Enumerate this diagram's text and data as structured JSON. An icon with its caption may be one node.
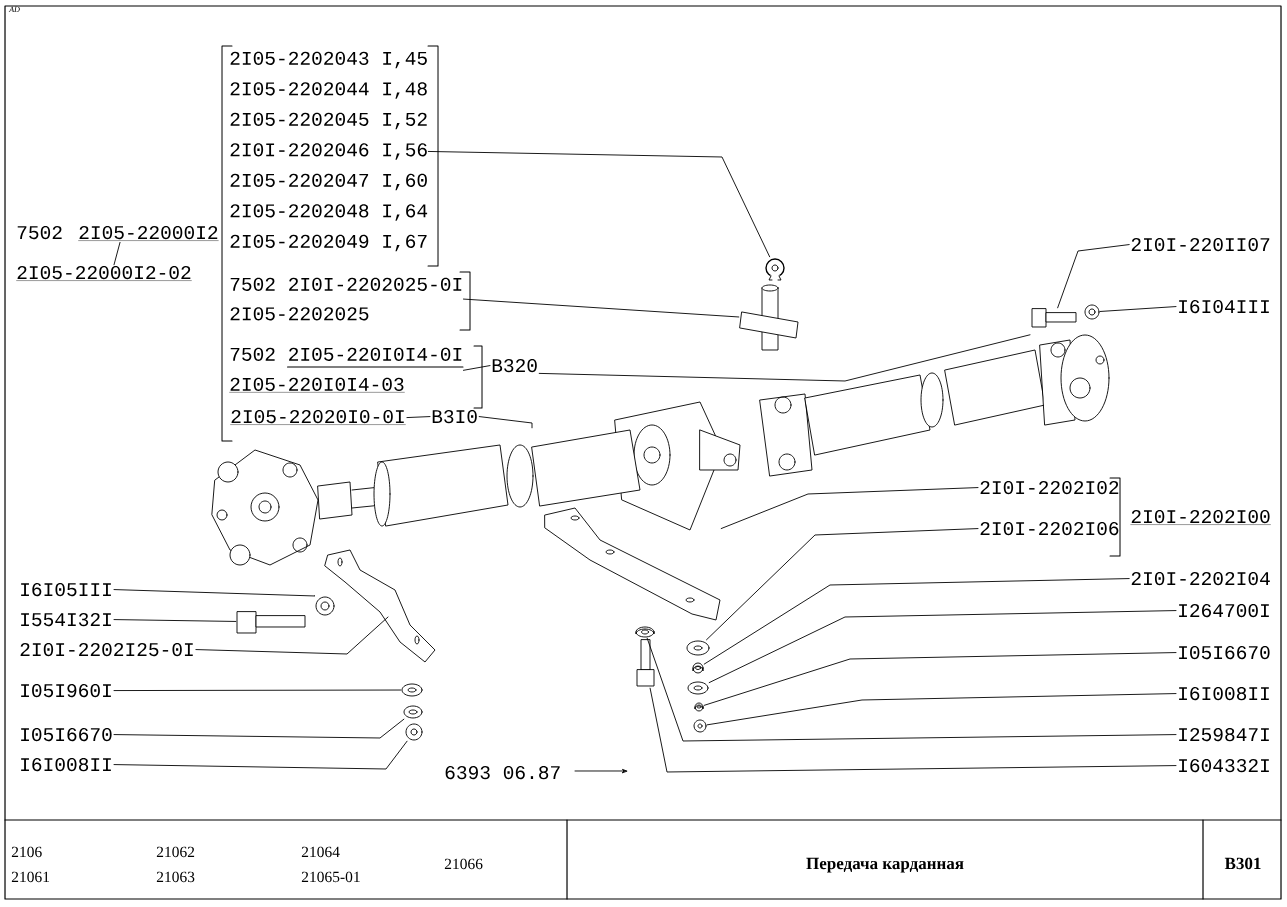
{
  "diagram": {
    "nodes": [
      {
        "text": [
          "2I05-2202043 I,45",
          "2I05-2202044 I,48",
          "2I05-2202045 I,52",
          "2I0I-2202046 I,56",
          "2I05-2202047 I,60",
          "2I05-2202048 I,64",
          "2I05-2202049 I,67"
        ]
      },
      {
        "text": [
          "7502 2I0I-2202025-0I",
          "2I05-2202025"
        ]
      },
      {
        "text": [
          "7502 2I05-220I0I4-0I",
          "2I05-220I0I4-03"
        ]
      },
      {
        "text": [
          "B320"
        ]
      },
      {
        "text": [
          "2I05-22020I0-0I"
        ]
      },
      {
        "text": [
          "B3I0"
        ]
      },
      {
        "text": [
          "2I0I-220II07"
        ]
      },
      {
        "text": [
          "I6I04III"
        ]
      },
      {
        "text": [
          "2I0I-2202I02"
        ]
      },
      {
        "text": [
          "2I0I-2202I06"
        ]
      },
      {
        "text": [
          "2I0I-2202I04"
        ]
      },
      {
        "text": [
          "I264700I"
        ]
      },
      {
        "text": [
          "I05I6670"
        ]
      },
      {
        "text": [
          "I6I008II"
        ]
      },
      {
        "text": [
          "I259847I"
        ]
      },
      {
        "text": [
          "I604332I"
        ]
      },
      {
        "text": [
          "I6I05III"
        ]
      },
      {
        "text": [
          "I554I32I"
        ]
      },
      {
        "text": [
          "2I0I-2202I25-0I"
        ]
      },
      {
        "text": [
          "I05I960I"
        ]
      },
      {
        "text": [
          "I05I6670"
        ]
      },
      {
        "text": [
          "I6I008II"
        ]
      },
      {
        "text": [],
        "shape": "picture"
      },
      {
        "text": [],
        "shape": "picture"
      },
      {
        "text": [],
        "shape": "picture"
      },
      {
        "text": [],
        "shape": "picture"
      },
      {
        "text": [],
        "shape": "picture"
      },
      {
        "text": [],
        "shape": "picture"
      },
      {
        "text": [],
        "shape": "picture"
      },
      {
        "text": [],
        "shape": "picture"
      },
      {
        "text": [],
        "shape": "picture"
      },
      {
        "text": [],
        "shape": "picture"
      },
      {
        "text": [],
        "shape": "picture"
      },
      {
        "text": [],
        "shape": "picture"
      },
      {
        "text": [],
        "shape": "picture"
      },
      {
        "text": [],
        "shape": "picture"
      },
      {
        "text": [],
        "shape": "picture"
      },
      {
        "text": [],
        "shape": "picture"
      },
      {
        "text": [],
        "shape": "picture"
      },
      {
        "text": [],
        "shape": "picture"
      },
      {
        "text": [],
        "shape": "picture"
      },
      {
        "text": [],
        "shape": "picture"
      },
      {
        "text": [
          "2I05-22000I2"
        ]
      },
      {
        "text": [
          "2I05-22000I2-02"
        ]
      }
    ],
    "edges": [
      {
        "from": 0,
        "to": 22,
        "arrow": "none"
      },
      {
        "from": 1,
        "to": 23,
        "arrow": "none"
      },
      {
        "from": 2,
        "to": 3,
        "arrow": "none"
      },
      {
        "from": 3,
        "to": 24,
        "arrow": "none"
      },
      {
        "from": 4,
        "to": 5,
        "arrow": "none"
      },
      {
        "from": 5,
        "to": 25,
        "arrow": "none"
      },
      {
        "from": 6,
        "to": 26,
        "arrow": "none"
      },
      {
        "from": 7,
        "to": 27,
        "arrow": "none"
      },
      {
        "from": 8,
        "to": 28,
        "arrow": "none"
      },
      {
        "from": 9,
        "to": 29,
        "arrow": "none"
      },
      {
        "from": 10,
        "to": 30,
        "arrow": "none"
      },
      {
        "from": 11,
        "to": 31,
        "arrow": "none"
      },
      {
        "from": 12,
        "to": 32,
        "arrow": "none"
      },
      {
        "from": 13,
        "to": 33,
        "arrow": "none"
      },
      {
        "from": 14,
        "to": 34,
        "arrow": "none"
      },
      {
        "from": 15,
        "to": 35,
        "arrow": "none"
      },
      {
        "from": 16,
        "to": 36,
        "arrow": "none"
      },
      {
        "from": 17,
        "to": 37,
        "arrow": "none"
      },
      {
        "from": 18,
        "to": 38,
        "arrow": "none"
      },
      {
        "from": 19,
        "to": 39,
        "arrow": "none"
      },
      {
        "from": 20,
        "to": 40,
        "arrow": "none"
      },
      {
        "from": 21,
        "to": 41,
        "arrow": "none"
      },
      {
        "from": 42,
        "to": 43,
        "arrow": "none"
      }
    ],
    "labels": [
      "AD",
      "7502",
      "2I0I-2202I00",
      "6393 06.87",
      "2106",
      "21062",
      "21064",
      "21066",
      "Передача карданная",
      "B301",
      "21061",
      "21063",
      "21065-01"
    ]
  }
}
